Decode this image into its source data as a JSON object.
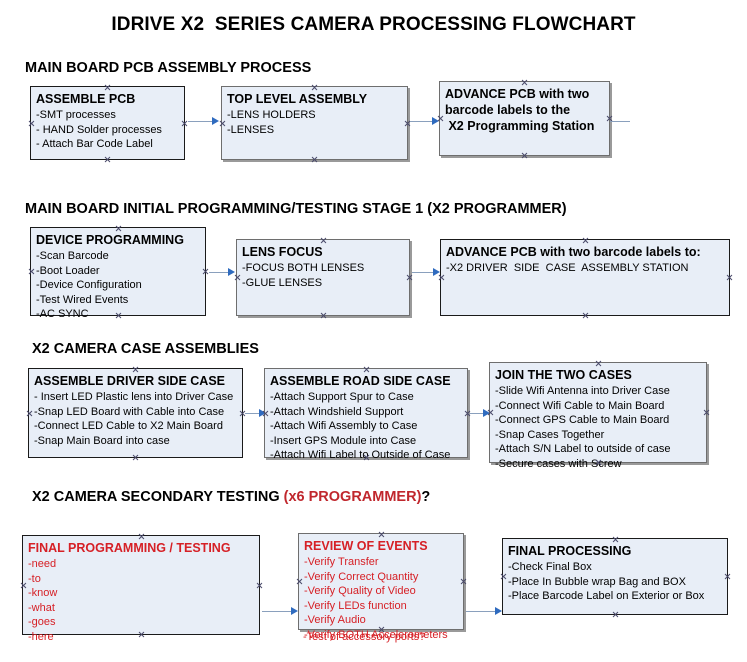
{
  "document": {
    "title": "IDRIVE X2  SERIES CAMERA PROCESSING FLOWCHART"
  },
  "colors": {
    "node_fill": "#e8eef7",
    "node_border": "#1a1a1a",
    "connector": "#8aa0bd",
    "arrowhead": "#2f6bbf",
    "red_accent": "#d62026",
    "header_red": "#c0272d",
    "text": "#000000"
  },
  "sections": [
    {
      "id": "main-board-pcb-assembly-process",
      "heading": "MAIN BOARD PCB ASSEMBLY PROCESS",
      "heading_accent": "",
      "heading_tail": "",
      "nodes": [
        {
          "id": "assemble-pcb",
          "title": "ASSEMBLE PCB",
          "lines": [
            "-SMT processes",
            "- HAND Solder processes",
            "- Attach Bar Code Label"
          ]
        },
        {
          "id": "top-level-assembly",
          "title": "TOP LEVEL ASSEMBLY",
          "lines": [
            "-LENS HOLDERS",
            "-LENSES"
          ]
        },
        {
          "id": "advance-pcb-to-programming-station",
          "title": "ADVANCE PCB with two",
          "lines": [
            "barcode labels to the",
            " X2 Programming Station"
          ]
        }
      ]
    },
    {
      "id": "main-board-initial-programming",
      "heading": "MAIN BOARD INITIAL PROGRAMMING/TESTING STAGE 1 (X2 PROGRAMMER)",
      "heading_accent": "",
      "heading_tail": "",
      "nodes": [
        {
          "id": "device-programming",
          "title": "DEVICE PROGRAMMING",
          "lines": [
            "-Scan Barcode",
            "-Boot Loader",
            "-Device Configuration",
            "-Test Wired Events",
            "-AC SYNC"
          ]
        },
        {
          "id": "lens-focus",
          "title": "LENS FOCUS",
          "lines": [
            "-FOCUS BOTH LENSES",
            "-GLUE LENSES"
          ]
        },
        {
          "id": "advance-pcb-to-driver-side-case-station",
          "title": "ADVANCE PCB with two barcode labels to:",
          "lines": [
            "-X2 DRIVER  SIDE  CASE  ASSEMBLY STATION"
          ]
        }
      ]
    },
    {
      "id": "x2-camera-case-assemblies",
      "heading": "X2 CAMERA CASE ASSEMBLIES",
      "heading_accent": "",
      "heading_tail": "",
      "nodes": [
        {
          "id": "assemble-driver-side-case",
          "title": "ASSEMBLE DRIVER SIDE CASE",
          "lines": [
            "- Insert LED Plastic lens into Driver Case",
            "-Snap LED Board with Cable into Case",
            "-Connect LED Cable to X2 Main Board",
            "-Snap Main Board into case"
          ]
        },
        {
          "id": "assemble-road-side-case",
          "title": "ASSEMBLE ROAD SIDE CASE",
          "lines": [
            "-Attach Support Spur to Case",
            "-Attach Windshield Support",
            "-Attach Wifi Assembly to Case",
            "-Insert GPS Module into Case",
            "-Attach Wifi Label to Outside of Case"
          ]
        },
        {
          "id": "join-the-two-cases",
          "title": "JOIN THE TWO CASES",
          "lines": [
            "-Slide Wifi Antenna into Driver Case",
            "-Connect Wifi Cable to Main Board",
            "-Connect GPS Cable to Main Board",
            "-Snap Cases Together",
            "-Attach S/N Label to outside of case",
            "-Secure cases with Screw"
          ]
        }
      ]
    },
    {
      "id": "x2-camera-secondary-testing",
      "heading": "X2 CAMERA SECONDARY TESTING ",
      "heading_accent": "(x6 PROGRAMMER)",
      "heading_tail": "?",
      "nodes": [
        {
          "id": "final-programming-testing",
          "title": "FINAL PROGRAMMING / TESTING",
          "lines": [
            "-need",
            "-to",
            "-know",
            "-what",
            "-goes",
            "-here"
          ]
        },
        {
          "id": "review-of-events",
          "title": "REVIEW OF EVENTS",
          "lines": [
            "-Verify Transfer",
            "-Verify Correct Quantity",
            "-Verify Quality of Video",
            "-Verify LEDs function",
            "-Verify Audio",
            "-Verify BOTH Accelerometers",
            "-Test of accessory ports?"
          ]
        },
        {
          "id": "final-processing",
          "title": "FINAL PROCESSING",
          "lines": [
            "-Check Final Box",
            "-Place In Bubble wrap Bag and BOX",
            "-Place Barcode Label on Exterior or Box"
          ]
        }
      ]
    }
  ]
}
